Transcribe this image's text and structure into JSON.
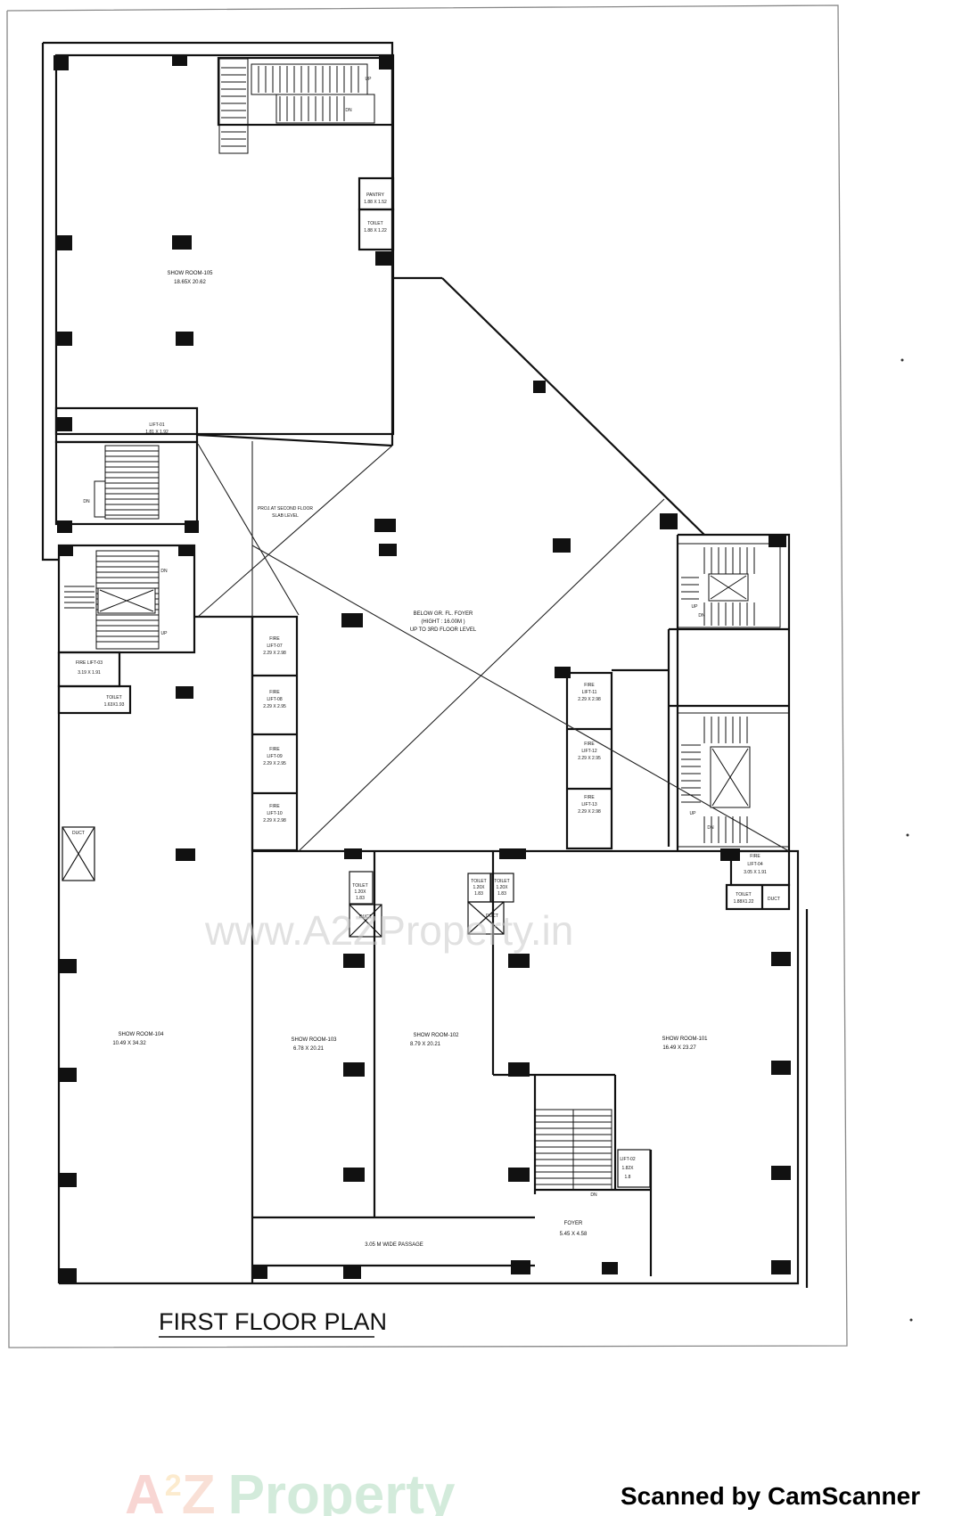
{
  "title": "FIRST FLOOR PLAN",
  "watermark": "www.A2ZProperty.in",
  "footer": {
    "brand_a": "A",
    "brand_sup": "2",
    "brand_z": "Z",
    "brand_rest": "Property",
    "scanned": "Scanned by CamScanner"
  },
  "colors": {
    "brand_a": "#e04b3c",
    "brand_2": "#f5a623",
    "brand_z": "#e8744a",
    "brand_p": "#8e5ca8",
    "brand_rest": "#3aa660"
  },
  "rooms": {
    "sr105_name": "SHOW ROOM-105",
    "sr105_size": "18.65X 20.62",
    "pantry_name": "PANTRY",
    "pantry_size": "1.88 X 1.52",
    "toilet_top_name": "TOILET",
    "toilet_top_size": "1.88 X 1.22",
    "lift01_name": "LIFT-01",
    "lift01_size": "1.81 X 1.92",
    "void_note_1": "PROJ.AT SECOND FLOOR",
    "void_note_2": "SLAB LEVEL",
    "foyer_main_1": "BELOW GR. FL. FOYER",
    "foyer_main_2": "(HIGHT : 16.00M )",
    "foyer_main_3": "UP TO 3RD FLOOR LEVEL",
    "firelift03_name": "FIRE LIFT-03",
    "firelift03_size": "3.19 X 1.91",
    "toilet_left_name": "TOILET",
    "toilet_left_size": "1.63X1.93",
    "fire_label": "FIRE",
    "lift07_name": "LIFT-07",
    "lift07_size": "2.29 X 2.98",
    "lift08_name": "LIFT-08",
    "lift08_size": "2.29 X 2.95",
    "lift09_name": "LIFT-09",
    "lift09_size": "2.29 X 2.95",
    "lift10_name": "LIFT-10",
    "lift10_size": "2.29 X 2.98",
    "lift11_name": "LIFT-11",
    "lift11_size": "2.29 X 2.98",
    "lift12_name": "LIFT-12",
    "lift12_size": "2.29 X 2.95",
    "lift13_name": "LIFT-13",
    "lift13_size": "2.29 X 2.98",
    "lift04_name": "LIFT-04",
    "lift04_size": "3.05 X 1.91",
    "toilet_right_name": "TOILET",
    "toilet_right_size": "1.88X1.22",
    "toilet_small_name": "TOILET",
    "toilet_small_size_a": "1.20X",
    "toilet_small_size_b": "1.83",
    "sr104_name": "SHOW ROOM-104",
    "sr104_size": "10.49 X 34.32",
    "sr103_name": "SHOW ROOM-103",
    "sr103_size": "6.78 X 20.21",
    "sr102_name": "SHOW ROOM-102",
    "sr102_size": "8.79 X 20.21",
    "sr101_name": "SHOW ROOM-101",
    "sr101_size": "16.49 X 23.27",
    "lift02_name": "LIFT-02",
    "lift02_size_a": "1.82X",
    "lift02_size_b": "1.8",
    "foyer_name": "FOYER",
    "foyer_size": "5.45 X 4.58",
    "passage": "3.05 M  WIDE  PASSAGE",
    "up": "UP",
    "dn": "DN",
    "duct": "DUCT"
  }
}
